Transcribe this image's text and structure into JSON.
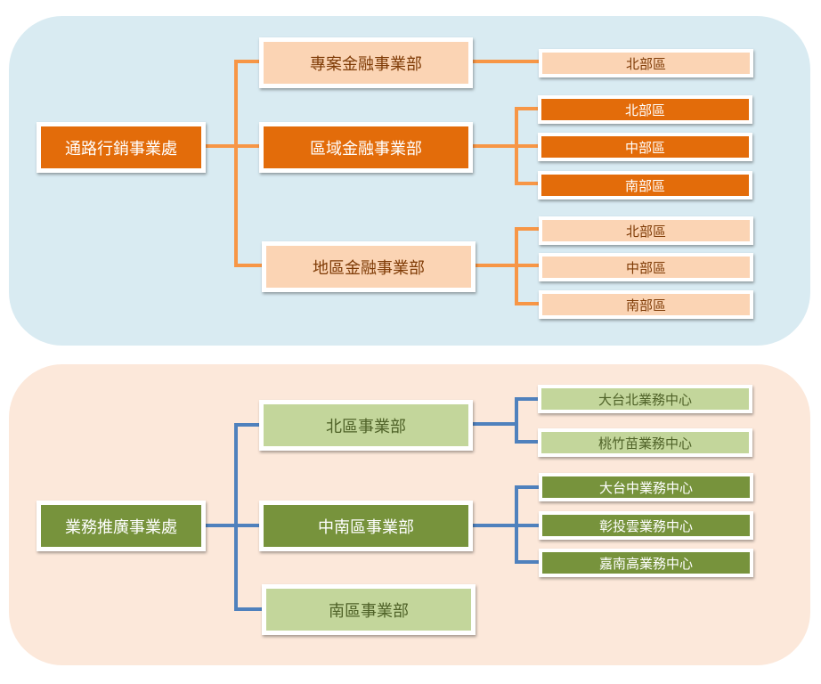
{
  "colors": {
    "top_panel_bg": "#d9ebf2",
    "bottom_panel_bg": "#fce8da",
    "orange_dark": "#e36c0a",
    "orange_light": "#fbd4b4",
    "orange_connector": "#f79646",
    "green_dark": "#77933c",
    "green_light": "#c3d69b",
    "blue_connector": "#4f81bd"
  },
  "top": {
    "root": "通路行銷事業處",
    "departments": [
      {
        "label": "專案金融事業部",
        "regions": [
          "北部區"
        ]
      },
      {
        "label": "區域金融事業部",
        "regions": [
          "北部區",
          "中部區",
          "南部區"
        ]
      },
      {
        "label": "地區金融事業部",
        "regions": [
          "北部區",
          "中部區",
          "南部區"
        ]
      }
    ]
  },
  "bottom": {
    "root": "業務推廣事業處",
    "departments": [
      {
        "label": "北區事業部",
        "centers": [
          "大台北業務中心",
          "桃竹苗業務中心"
        ]
      },
      {
        "label": "中南區事業部",
        "centers": [
          "大台中業務中心",
          "彰投雲業務中心",
          "嘉南高業務中心"
        ]
      },
      {
        "label": "南區事業部",
        "centers": []
      }
    ]
  }
}
